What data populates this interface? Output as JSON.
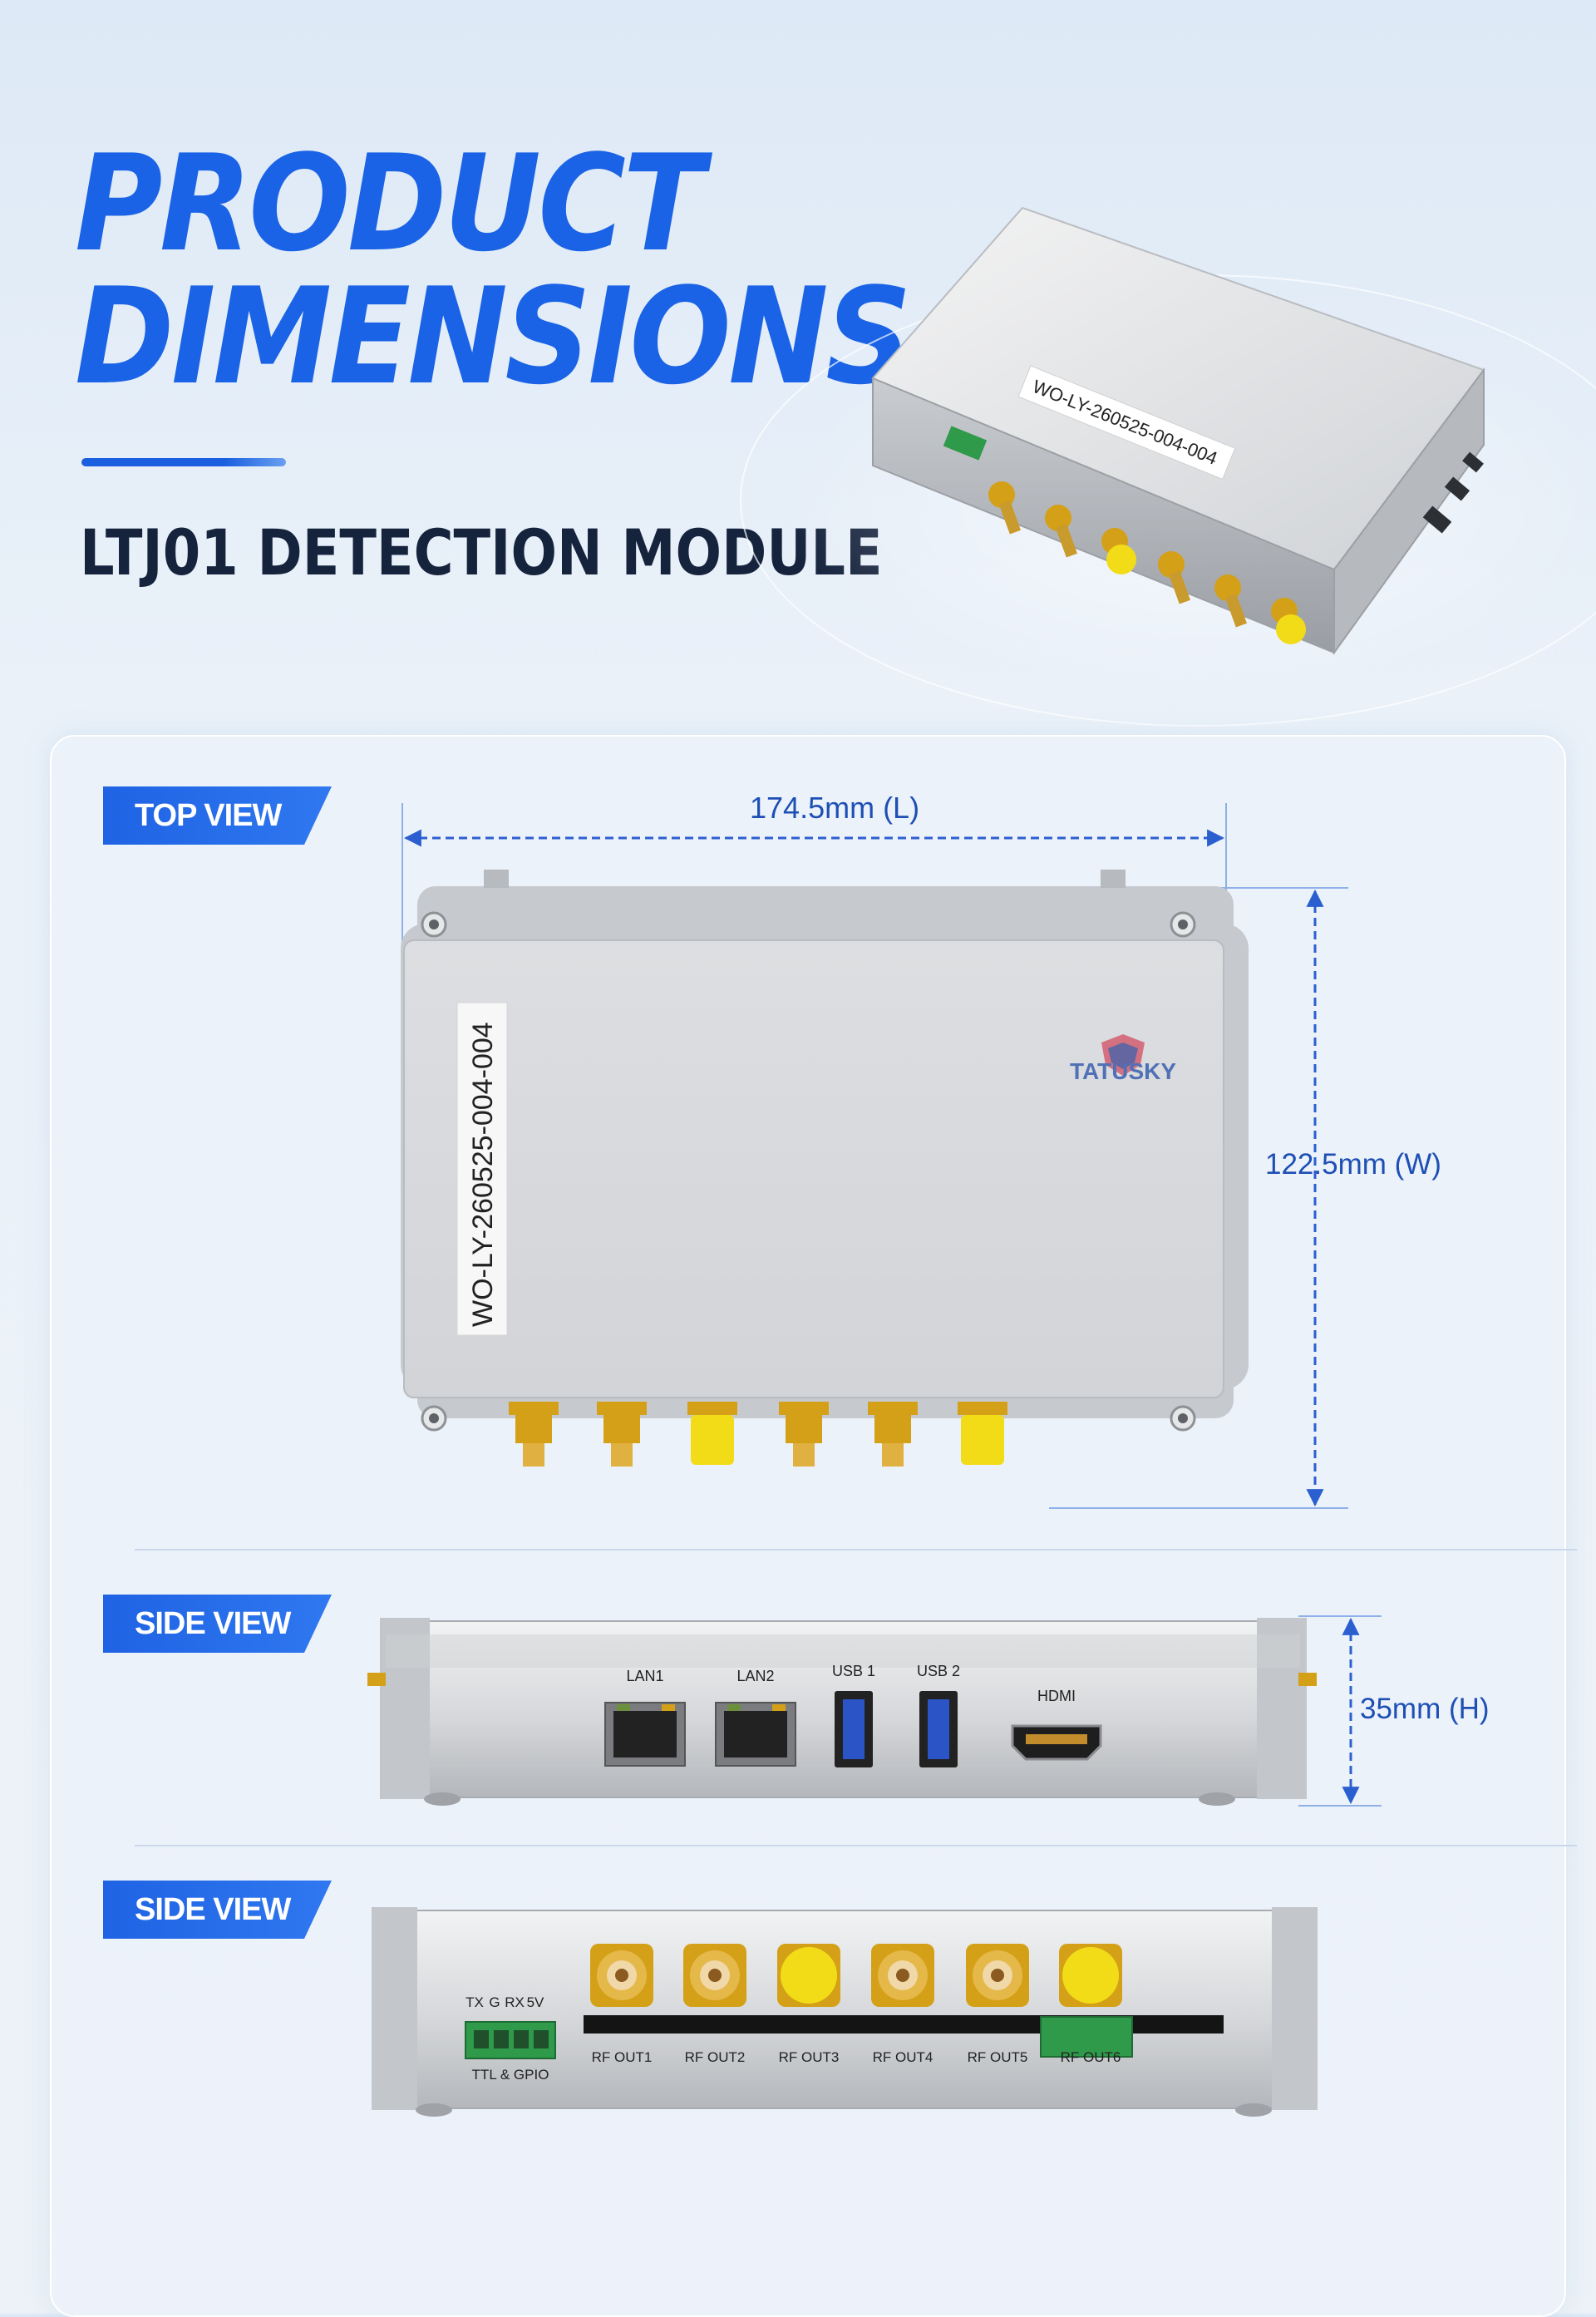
{
  "header": {
    "title_line1": "PRODUCT",
    "title_line2": "DIMENSIONS",
    "subtitle": "LTJ01 DETECTION MODULE"
  },
  "product": {
    "label": "WO-LY-260525-004-004",
    "watermark": "TATUSKY"
  },
  "views": {
    "top": {
      "tag": "TOP VIEW",
      "length": "174.5mm (L)",
      "width": "122.5mm (W)"
    },
    "side1": {
      "tag": "SIDE VIEW",
      "height": "35mm (H)",
      "ports": [
        "LAN1",
        "LAN2",
        "USB 1",
        "USB 2",
        "HDMI"
      ]
    },
    "side2": {
      "tag": "SIDE VIEW",
      "pin_labels": [
        "TX",
        "G",
        "RX",
        "5V"
      ],
      "terminal_label": "TTL & GPIO",
      "rf_outputs": [
        "RF OUT1",
        "RF OUT2",
        "RF OUT3",
        "RF OUT4",
        "RF OUT5",
        "RF OUT6"
      ]
    }
  },
  "colors": {
    "accent": "#1a63e6",
    "dimension_line": "#2b5fd0",
    "connector_gold": "#d4a017",
    "cap_yellow": "#f2dc18"
  }
}
